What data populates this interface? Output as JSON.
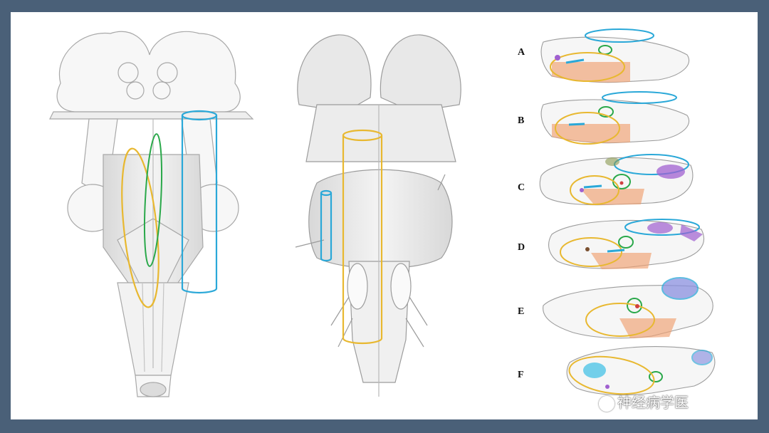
{
  "sections": [
    {
      "label": "A"
    },
    {
      "label": "B"
    },
    {
      "label": "C"
    },
    {
      "label": "D"
    },
    {
      "label": "E"
    },
    {
      "label": "F"
    }
  ],
  "watermark": {
    "text": "神经病学医"
  },
  "colors": {
    "frame": "#4a6078",
    "yellow": "#e8b830",
    "green": "#2aa84a",
    "blue": "#2aa8d8",
    "orange": "#f0a070",
    "purple": "#a060d0",
    "pencil": "#9a9a9a"
  }
}
